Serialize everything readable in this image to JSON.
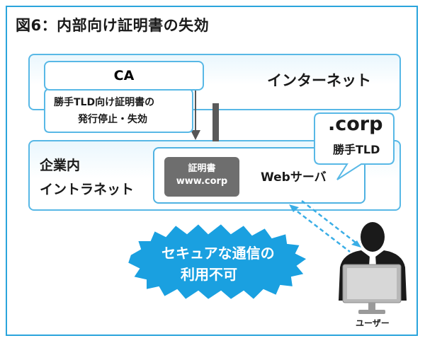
{
  "title": "図6：内部向け証明書の失効",
  "zones": {
    "internet": {
      "label": "インターネット"
    },
    "intranet": {
      "label_line1": "企業内",
      "label_line2": "イントラネット"
    }
  },
  "ca": {
    "label": "CA"
  },
  "ca_note": {
    "line1": "勝手TLD向け証明書の",
    "line2": "発行停止・失効"
  },
  "corp_bubble": {
    "domain": ".corp",
    "sub": "勝手TLD"
  },
  "web_server": {
    "label": "Webサーバ"
  },
  "certificate": {
    "line1": "証明書",
    "line2": "www.corp"
  },
  "burst": {
    "line1": "セキュアな通信の",
    "line2": "利用不可"
  },
  "user": {
    "label": "ユーザー"
  },
  "colors": {
    "frame": "#2aa4dc",
    "zone_border": "#58b8e6",
    "burst": "#1aa0e0",
    "arrow": "#555555",
    "dashed_link": "#3aaee6",
    "cert_box": "#6e6e6e",
    "person": "#1a1a1a"
  }
}
